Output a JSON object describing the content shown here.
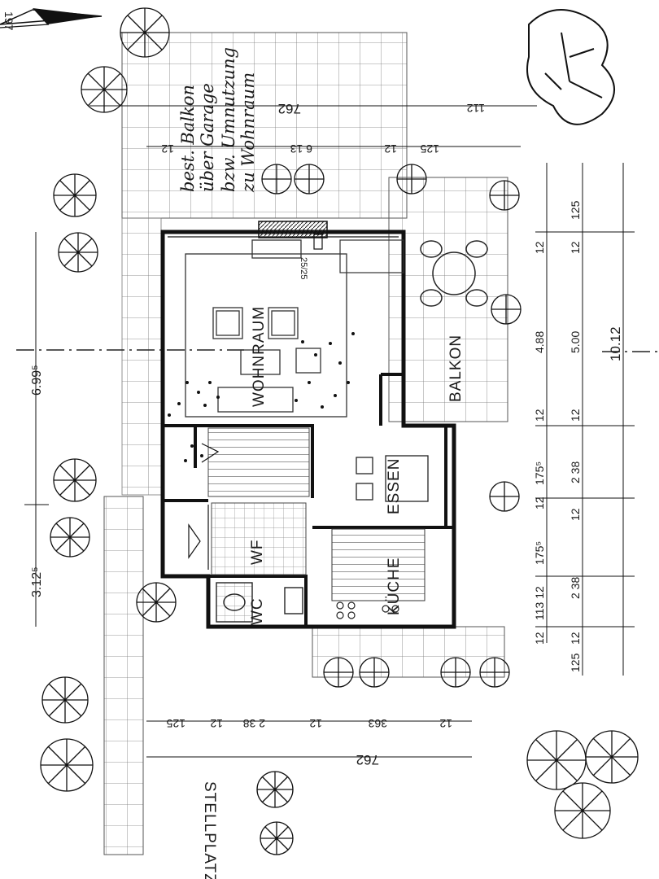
{
  "annotation": {
    "lines": [
      "best. Balkon",
      "über Garage",
      "bzw. Umnutzung",
      "zu Wohnraum"
    ]
  },
  "rooms": {
    "wohnraum": "WOHNRAUM",
    "balkon": "BALKON",
    "essen": "ESSEN",
    "kueche": "KÜCHE",
    "wf": "WF",
    "wc": "WC",
    "stellplatz": "STELLPLATZ"
  },
  "chimney_label": "25/25",
  "corner_label": "197",
  "dims_top": {
    "total": "762",
    "d612": "6 13",
    "d112": "112",
    "d125": "125",
    "d12a": "12",
    "d12b": "12"
  },
  "dims_bottom": {
    "total": "762",
    "d125": "125",
    "d12a": "12",
    "d238": "2 38",
    "d12b": "12",
    "d363": "363",
    "d12c": "12"
  },
  "dims_left": {
    "d6995": "6.99⁵",
    "d3125": "3.12⁵"
  },
  "dims_right1": {
    "d12a": "12",
    "d488": "4.88",
    "d12b": "12",
    "d1755a": "175⁵",
    "d12c": "12",
    "d1755b": "175⁵",
    "d11312": "113 12",
    "d12d": "12"
  },
  "dims_right2": {
    "d125a": "125",
    "d12a": "12",
    "d500": "5.00",
    "d12b": "12",
    "d238a": "2 38",
    "d12c": "12",
    "d238b": "2 38",
    "d12d": "12",
    "d125b": "125"
  },
  "dims_right3": {
    "d1012": "10.12"
  }
}
